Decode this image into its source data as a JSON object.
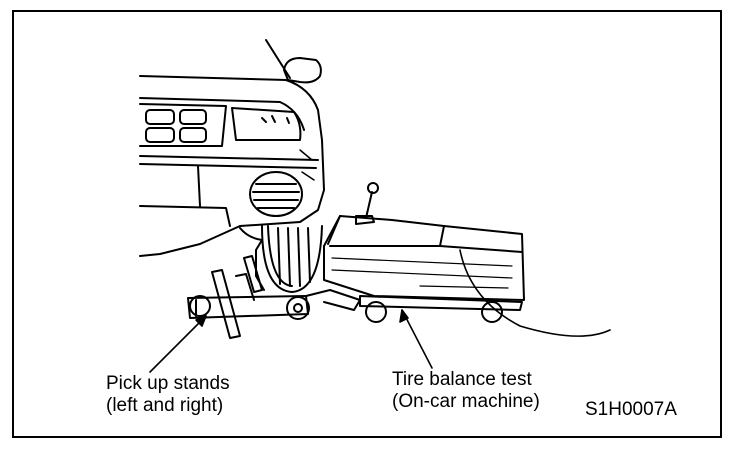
{
  "labels": {
    "stands_line1": "Pick up stands",
    "stands_line2": "(left and right)",
    "machine_line1": "Tire balance test",
    "machine_line2": "(On-car machine)",
    "figure_code": "S1H0007A"
  },
  "colors": {
    "line": "#000000",
    "background": "#ffffff"
  }
}
